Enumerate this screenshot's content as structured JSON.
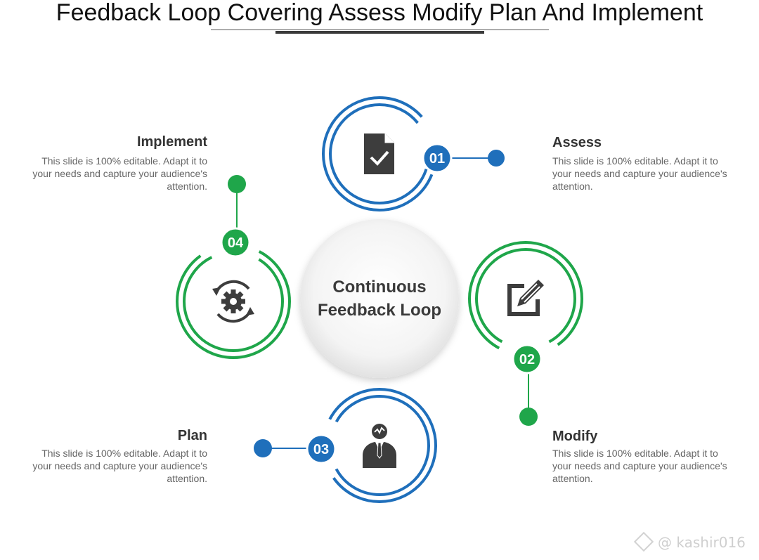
{
  "title": "Feedback Loop Covering Assess Modify Plan And Implement",
  "center": {
    "line1": "Continuous",
    "line2": "Feedback Loop"
  },
  "steps": [
    {
      "number": "01",
      "label": "Assess",
      "description": "This slide is 100% editable. Adapt it to your needs and capture your audience's attention.",
      "icon": "document-check-icon",
      "color": "#1f6fbb"
    },
    {
      "number": "02",
      "label": "Modify",
      "description": "This slide is 100% editable. Adapt it to your needs and capture your audience's attention.",
      "icon": "edit-pencil-icon",
      "color": "#1fa64a"
    },
    {
      "number": "03",
      "label": "Plan",
      "description": "This slide is 100% editable. Adapt it to your needs and capture your audience's attention.",
      "icon": "businessman-icon",
      "color": "#1f6fbb"
    },
    {
      "number": "04",
      "label": "Implement",
      "description": "This slide is 100% editable. Adapt it to your needs and capture your audience's attention.",
      "icon": "gear-cycle-icon",
      "color": "#1fa64a"
    }
  ],
  "watermark": "@ kashir016"
}
